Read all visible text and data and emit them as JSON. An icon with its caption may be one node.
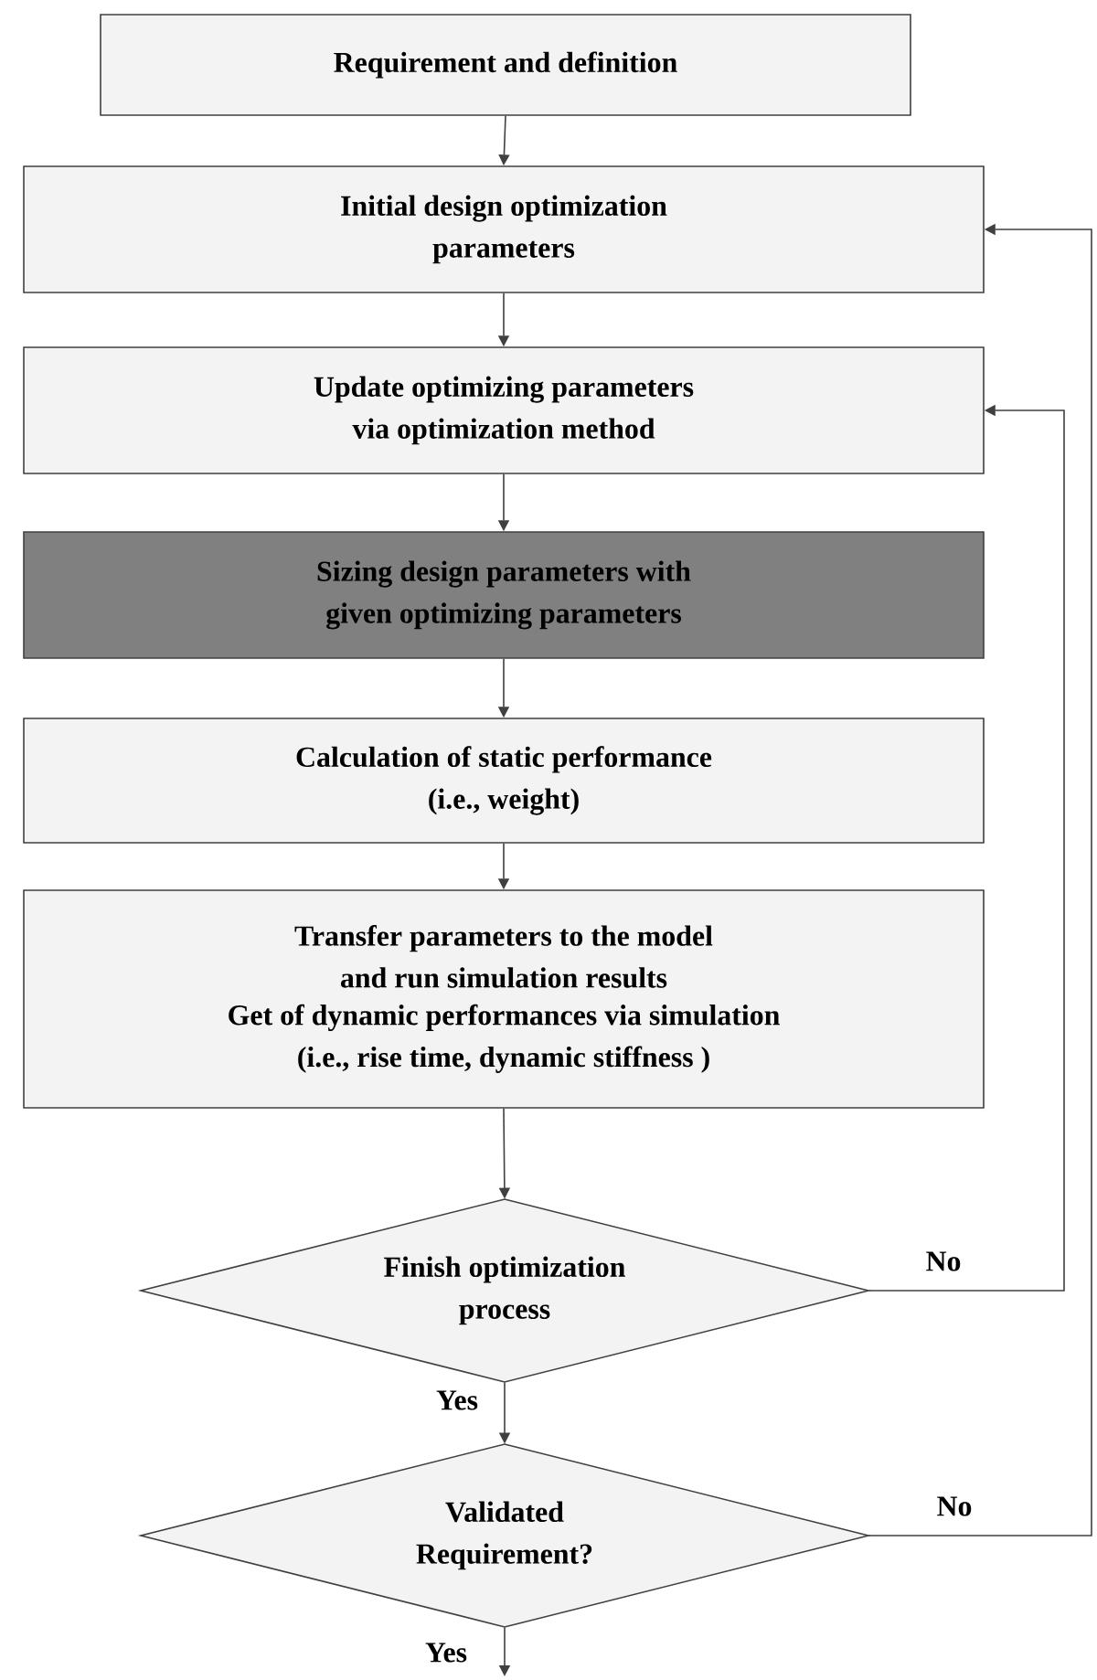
{
  "diagram": {
    "nodes": [
      {
        "text": [
          "Requirement and definition"
        ]
      },
      {
        "text": [
          "Initial design optimization parameters"
        ]
      },
      {
        "text": [
          "Update optimizing parameters via optimization method"
        ]
      },
      {
        "text": [
          "Sizing design parameters with given optimizing parameters"
        ]
      },
      {
        "text": [
          "Calculation of static performance (i.e., weight)"
        ]
      },
      {
        "text": [
          "Transfer parameters to the model and run simulation results",
          "Get of dynamic performances via simulation (i.e., rise time, dynamic stiffness )"
        ]
      },
      {
        "text": [
          "Finish optimization process"
        ]
      },
      {
        "text": [
          "Validated Requirement?"
        ]
      }
    ],
    "edges": [
      {
        "from": 0,
        "to": 1,
        "arrow": "to"
      },
      {
        "from": 1,
        "to": 2,
        "arrow": "to"
      },
      {
        "from": 2,
        "to": 3,
        "arrow": "to"
      },
      {
        "from": 3,
        "to": 4,
        "arrow": "to"
      },
      {
        "from": 4,
        "to": 5,
        "arrow": "to"
      },
      {
        "from": 5,
        "to": 6,
        "arrow": "to"
      },
      {
        "from": 6,
        "to": 7,
        "arrow": "to",
        "label": "Yes"
      },
      {
        "from": 6,
        "to": 2,
        "arrow": "to",
        "label": "No"
      },
      {
        "from": 7,
        "to": 1,
        "arrow": "to",
        "label": "No"
      },
      {
        "from": 7,
        "to": null,
        "arrow": "to",
        "label": "Yes"
      }
    ]
  }
}
